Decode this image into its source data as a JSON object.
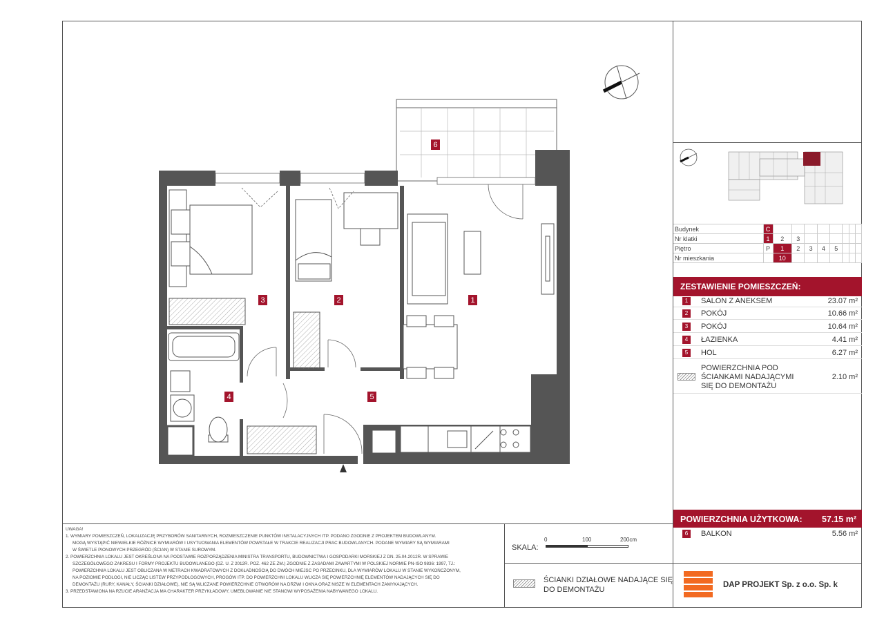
{
  "apartment": {
    "table_labels": {
      "building": "Budynek",
      "staircase": "Nr klatki",
      "floor": "Piętro",
      "apartment_no": "Nr mieszkania"
    },
    "building": "C",
    "staircases": [
      "1",
      "2",
      "3"
    ],
    "selected_staircase": "1",
    "floors": [
      "P",
      "1",
      "2",
      "3",
      "4",
      "5"
    ],
    "selected_floor": "1",
    "apartment_number": "10"
  },
  "rooms_header": "ZESTAWIENIE POMIESZCZEŃ:",
  "rooms": [
    {
      "num": "1",
      "name": "SALON Z ANEKSEM",
      "area": "23.07 m²"
    },
    {
      "num": "2",
      "name": "POKÓJ",
      "area": "10.66 m²"
    },
    {
      "num": "3",
      "name": "POKÓJ",
      "area": "10.64 m²"
    },
    {
      "num": "4",
      "name": "ŁAZIENKA",
      "area": "4.41 m²"
    },
    {
      "num": "5",
      "name": "HOL",
      "area": "6.27 m²"
    }
  ],
  "demolition_area": {
    "line1": "POWIERZCHNIA POD",
    "line2": "ŚCIANKAMI NADAJĄCYMI",
    "line3": "SIĘ DO DEMONTAŻU",
    "area": "2.10 m²"
  },
  "usable_area": {
    "label": "POWIERZCHNIA UŻYTKOWA:",
    "value": "57.15 m²"
  },
  "balcony": {
    "num": "6",
    "name": "BALKON",
    "area": "5.56 m²"
  },
  "plan_labels": [
    "1",
    "2",
    "3",
    "4",
    "5",
    "6"
  ],
  "scale": {
    "label": "SKALA:",
    "t0": "0",
    "t1": "100",
    "t2": "200cm"
  },
  "legend": {
    "line1": "ŚCIANKI DZIAŁOWE NADAJĄCE SIĘ",
    "line2": "DO DEMONTAŻU"
  },
  "company": "DAP PROJEKT Sp. z o.o. Sp. k",
  "colors": {
    "accent": "#a3142c",
    "logo": "#f26a21",
    "wall": "#555555"
  },
  "notes": {
    "title": "Uwaga!",
    "n1": "1.  Wymiary pomieszczeń, lokalizację przyborów sanitarnych, rozmieszczenie punktów instalacyjnych itp. podano zgodnie z projektem budowlanym.",
    "n1b": "Mogą wystąpić niewielkie różnice wymiarów i usytuowania elementów powstałe w trakcie realizacji prac budowlanych. Podane wymiary są wymiarami",
    "n1c": "w świetle pionowych przegród (ścian) w stanie surowym.",
    "n2": "2.  Powierzchnia lokalu jest określona na podstawie rozporządzenia ministra transportu, budownictwa i gospodarki morskiej z dn. 25.04.2012r. w sprawie",
    "n2b": "szczegółowego zakresu i formy projektu budowlanego (Dz. U. z 2012r. poz. 462 ze zm.) zgodnie z zasadami zawartymi w polskiej normie PN-ISO 9836: 1997, tj.:",
    "n2c": "powierzchnia lokalu jest obliczana w metrach kwadratowych z dokładnością do dwóch miejsc po przecinku, dla wymiarów lokalu w stanie wykończonym,",
    "n2d": "na poziomie podłogi, nie licząc listew przypodłogowych, progów itp. Do powierzchni lokalu wlicza się powierzchnię elementów nadających się do",
    "n2e": "demontażu (rury, kanały, ścianki działowe), nie są wliczane powierzchnie otworów na drzwi i okna oraz nisze w elementach zamykających.",
    "n3": "3.  Przedstawiona na rzucie aranżacja ma charakter przykładowy, umeblowanie nie stanowi wyposażenia nabywanego lokalu."
  }
}
